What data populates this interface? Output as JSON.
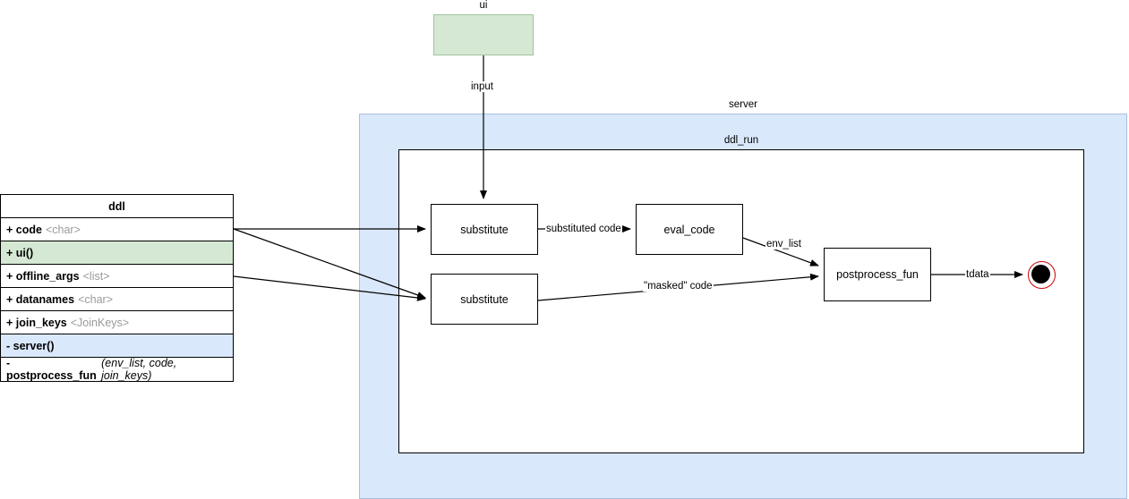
{
  "diagram": {
    "groups": {
      "server": {
        "label": "server"
      },
      "ddl_run": {
        "label": "ddl_run"
      }
    },
    "nodes": {
      "ui": {
        "label": "ui",
        "body": "",
        "fill": "#d5e8d4"
      },
      "substitute_1": {
        "label": "substitute"
      },
      "substitute_2": {
        "label": "substitute"
      },
      "eval_code": {
        "label": "eval_code"
      },
      "postprocess_fun": {
        "label": "postprocess_fun"
      },
      "end_node": {
        "label": "",
        "ring_color": "#cc0000",
        "fill": "#000000"
      }
    },
    "edges": {
      "input": {
        "label": "input"
      },
      "substituted_code": {
        "label": "substituted code"
      },
      "env_list": {
        "label": "env_list"
      },
      "masked_code": {
        "label": "\"masked\" code"
      },
      "tdata": {
        "label": "tdata"
      }
    }
  },
  "class_box": {
    "title": "ddl",
    "rows": [
      {
        "visibility": "+",
        "name": "code",
        "type": "<char>",
        "params": "",
        "fill": "#ffffff"
      },
      {
        "visibility": "+",
        "name": "ui()",
        "type": "",
        "params": "",
        "fill": "#d5e8d4"
      },
      {
        "visibility": "+",
        "name": "offline_args",
        "type": "<list>",
        "params": "",
        "fill": "#ffffff"
      },
      {
        "visibility": "+",
        "name": "datanames",
        "type": "<char>",
        "params": "",
        "fill": "#ffffff"
      },
      {
        "visibility": "+",
        "name": "join_keys",
        "type": "<JoinKeys>",
        "params": "",
        "fill": "#ffffff"
      },
      {
        "visibility": "-",
        "name": "server()",
        "type": "",
        "params": "",
        "fill": "#dae8fc"
      },
      {
        "visibility": "-",
        "name": "postprocess_fun",
        "type": "",
        "params": "(env_list, code, join_keys)",
        "fill": "#ffffff"
      }
    ]
  }
}
